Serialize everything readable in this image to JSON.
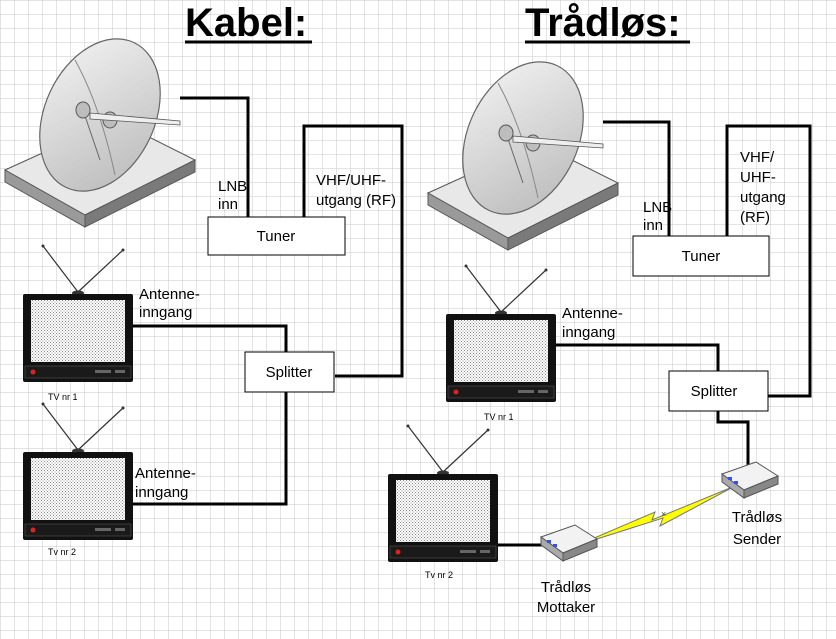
{
  "titles": {
    "kabel": "Kabel:",
    "tradlos": "Trådløs:"
  },
  "kabel": {
    "lnb_line1": "LNB",
    "lnb_line2": "inn",
    "vhf_line1": "VHF/UHF-",
    "vhf_line2": "utgang (RF)",
    "tuner": "Tuner",
    "splitter": "Splitter",
    "antenne1_line1": "Antenne-",
    "antenne1_line2": "inngang",
    "antenne2_line1": "Antenne-",
    "antenne2_line2": "inngang",
    "tv1": "TV nr 1",
    "tv2": "Tv nr 2"
  },
  "tradlos": {
    "lnb_line1": "LNB",
    "lnb_line2": "inn",
    "vhf_line1": "VHF/",
    "vhf_line2": "UHF-",
    "vhf_line3": "utgang",
    "vhf_line4": "(RF)",
    "tuner": "Tuner",
    "splitter": "Splitter",
    "antenne_line1": "Antenne-",
    "antenne_line2": "inngang",
    "tv1": "TV nr 1",
    "tv2": "Tv nr 2",
    "sender_line1": "Trådløs",
    "sender_line2": "Sender",
    "mottaker_line1": "Trådløs",
    "mottaker_line2": "Mottaker"
  },
  "colors": {
    "grid": "#c8c8c8",
    "wire": "#000000",
    "lightning": "#ffff00"
  }
}
